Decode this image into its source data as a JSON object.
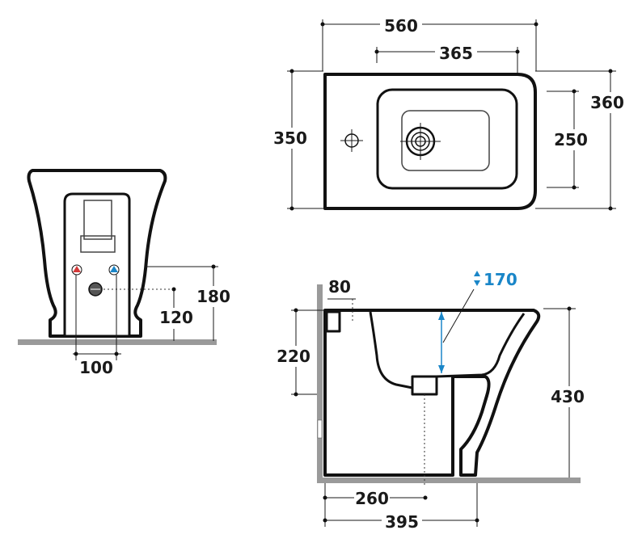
{
  "top_view": {
    "overall_width": "560",
    "bowl_width": "365",
    "overall_depth": "360",
    "rim_depth": "350",
    "bowl_depth": "250"
  },
  "front_view": {
    "connection_height": "180",
    "drain_height": "120",
    "tap_spacing": "100",
    "hot_color": "#d33a3a",
    "cold_color": "#1a86c8"
  },
  "side_view": {
    "wall_gap": "80",
    "rim_depth_label": "170",
    "rim_depth_color": "#1a86c8",
    "inlet_height": "220",
    "total_height": "430",
    "drain_offset": "260",
    "total_length": "395"
  }
}
